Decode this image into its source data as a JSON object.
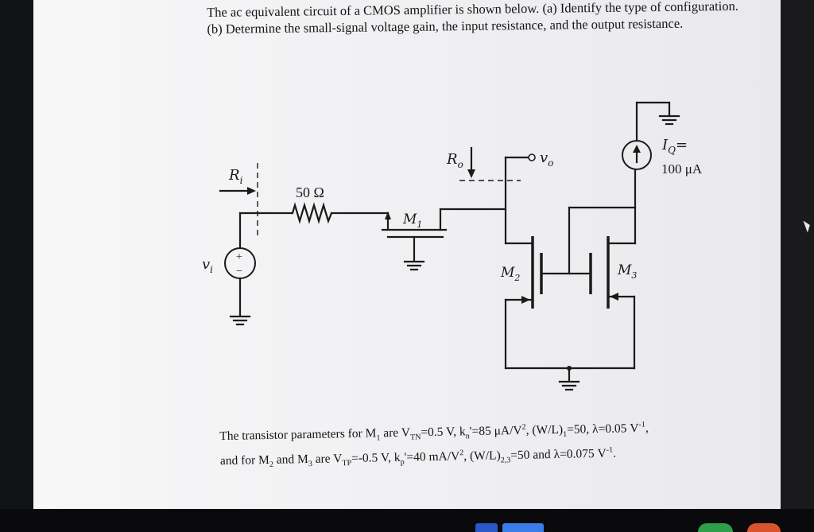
{
  "question": {
    "text": "The ac equivalent circuit of a CMOS amplifier is shown below. (a) Identify the type of configuration. (b) Determine the small-signal voltage gain, the input resistance, and the output resistance."
  },
  "circuit": {
    "ri_label": "R",
    "ri_sub": "i",
    "resistor_label": "50 Ω",
    "source_label": "v",
    "source_sub": "i",
    "source_plus": "+",
    "source_minus": "−",
    "m1_label": "M",
    "m1_sub": "1",
    "m2_label": "M",
    "m2_sub": "2",
    "m3_label": "M",
    "m3_sub": "3",
    "ro_label": "R",
    "ro_sub": "o",
    "vo_label": "v",
    "vo_sub": "o",
    "iq_label": "I",
    "iq_sub": "Q",
    "iq_eq": "=",
    "iq_value": "100 μA"
  },
  "params": {
    "line1": {
      "a": "The transistor parameters for M",
      "b": "1",
      "c": " are V",
      "d": "TN",
      "e": "=0.5 V, k",
      "f": "n",
      "g": "'=85 μA/V",
      "h": "2",
      "i": ", (W/L)",
      "j": "1",
      "k": "=50, λ=0.05 V",
      "l": "-1",
      "m": ","
    },
    "line2": {
      "a": "and for M",
      "b": "2",
      "c": " and M",
      "d": "3",
      "e": " are V",
      "f": "TP",
      "g": "=-0.5 V, k",
      "h": "p",
      "i": "'=40 mA/V",
      "j": "2",
      "k": ", (W/L)",
      "l": "2,3",
      "m": "=50 and λ=0.075 V",
      "n": "-1",
      "o": "."
    }
  }
}
